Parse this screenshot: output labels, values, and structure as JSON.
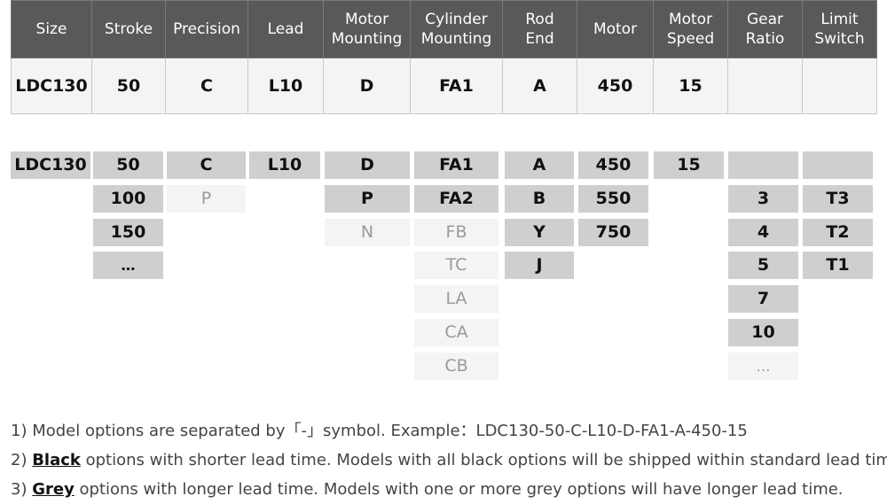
{
  "header": {
    "columns": [
      "Size",
      "Stroke",
      "Precision",
      "Lead",
      "Motor\nMounting",
      "Cylinder\nMounting",
      "Rod\nEnd",
      "Motor",
      "Motor\nSpeed",
      "Gear\nRatio",
      "Limit\nSwitch"
    ],
    "values": [
      "LDC130",
      "50",
      "C",
      "L10",
      "D",
      "FA1",
      "A",
      "450",
      "15",
      "",
      ""
    ]
  },
  "options": [
    [
      {
        "t": "LDC130",
        "s": "black"
      }
    ],
    [
      {
        "t": "50",
        "s": "black"
      },
      {
        "t": "100",
        "s": "black"
      },
      {
        "t": "150",
        "s": "black"
      },
      {
        "t": "…",
        "s": "black"
      }
    ],
    [
      {
        "t": "C",
        "s": "black"
      },
      {
        "t": "P",
        "s": "grey"
      }
    ],
    [
      {
        "t": "L10",
        "s": "black"
      }
    ],
    [
      {
        "t": "D",
        "s": "black"
      },
      {
        "t": "P",
        "s": "black"
      },
      {
        "t": "N",
        "s": "grey"
      }
    ],
    [
      {
        "t": "FA1",
        "s": "black"
      },
      {
        "t": "FA2",
        "s": "black"
      },
      {
        "t": "FB",
        "s": "grey"
      },
      {
        "t": "TC",
        "s": "grey"
      },
      {
        "t": "LA",
        "s": "grey"
      },
      {
        "t": "CA",
        "s": "grey"
      },
      {
        "t": "CB",
        "s": "grey"
      }
    ],
    [
      {
        "t": "A",
        "s": "black"
      },
      {
        "t": "B",
        "s": "black"
      },
      {
        "t": "Y",
        "s": "black"
      },
      {
        "t": "J",
        "s": "black"
      }
    ],
    [
      {
        "t": "450",
        "s": "black"
      },
      {
        "t": "550",
        "s": "black"
      },
      {
        "t": "750",
        "s": "black"
      }
    ],
    [
      {
        "t": "15",
        "s": "black"
      }
    ],
    [
      {
        "t": "",
        "s": "black"
      },
      {
        "t": "3",
        "s": "black"
      },
      {
        "t": "4",
        "s": "black"
      },
      {
        "t": "5",
        "s": "black"
      },
      {
        "t": "7",
        "s": "black"
      },
      {
        "t": "10",
        "s": "black"
      },
      {
        "t": "…",
        "s": "grey"
      }
    ],
    [
      {
        "t": "",
        "s": "black"
      },
      {
        "t": "T3",
        "s": "black"
      },
      {
        "t": "T2",
        "s": "black"
      },
      {
        "t": "T1",
        "s": "black"
      }
    ]
  ],
  "notes": {
    "n1": "1) Model options are separated by「-」symbol. Example：LDC130-50-C-L10-D-FA1-A-450-15",
    "n2_prefix": "2) ",
    "n2_kw": "Black",
    "n2_rest": " options with shorter lead time. Models with all black options will be shipped within standard lead time.",
    "n3_prefix": "3) ",
    "n3_kw": "Grey",
    "n3_rest": " options with longer lead time. Models with one or more grey options will have longer lead time."
  },
  "colors": {
    "header_bg": "#595959",
    "black_option_bg": "#cfcfcf",
    "grey_option_bg": "#f4f4f4",
    "grey_option_text": "#9a9a9a"
  }
}
